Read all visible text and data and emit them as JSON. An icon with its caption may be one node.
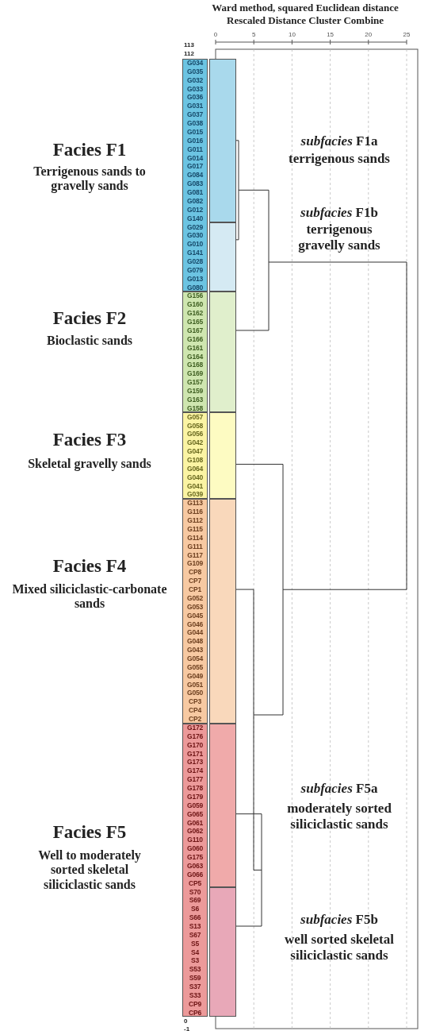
{
  "diagram": {
    "nodes": [
      {
        "text": [
          "G034",
          "G035",
          "G032",
          "G033",
          "G036",
          "G031",
          "G037",
          "G038",
          "G015",
          "G016",
          "G011",
          "G014",
          "G017",
          "G084",
          "G083",
          "G081",
          "G082",
          "G012",
          "G140",
          "G029",
          "G030",
          "G010",
          "G141",
          "G028",
          "G079",
          "G013",
          "G080"
        ]
      },
      {
        "text": [],
        "shape": "box"
      },
      {
        "text": [],
        "shape": "box"
      },
      {
        "text": [
          "G156",
          "G160",
          "G162",
          "G165",
          "G167",
          "G166",
          "G161",
          "G164",
          "G168",
          "G169",
          "G157",
          "G159",
          "G163",
          "G158"
        ]
      },
      {
        "text": [],
        "shape": "box"
      },
      {
        "text": [
          "G057",
          "G058",
          "G056",
          "G042",
          "G047",
          "G108",
          "G064",
          "G040",
          "G041",
          "G039"
        ]
      },
      {
        "text": [],
        "shape": "box"
      },
      {
        "text": [
          "G113",
          "G116",
          "G112",
          "G115",
          "G114",
          "G111",
          "G117",
          "G109",
          "CP8",
          "CP7",
          "CP1",
          "G052",
          "G053",
          "G045",
          "G046",
          "G044",
          "G048",
          "G043",
          "G054",
          "G055",
          "G049",
          "G051",
          "G050",
          "CP3",
          "CP4",
          "CP2"
        ]
      },
      {
        "text": [],
        "shape": "box"
      },
      {
        "text": [
          "G172",
          "G176",
          "G170",
          "G171",
          "G173",
          "G174",
          "G177",
          "G178",
          "G179",
          "G059",
          "G065",
          "G061",
          "G062",
          "G110",
          "G060",
          "G175",
          "G063",
          "G066",
          "CP5",
          "S70",
          "S69",
          "S6",
          "S66",
          "S13",
          "S67",
          "S5",
          "S4",
          "S3",
          "S53",
          "S59",
          "S37",
          "S33",
          "CP9",
          "CP6"
        ]
      },
      {
        "text": [],
        "shape": "box"
      },
      {
        "text": [],
        "shape": "box"
      }
    ],
    "labels": [
      "Ward method, squared Euclidean distance",
      "Rescaled Distance Cluster Combine",
      "0",
      "5",
      "10",
      "15",
      "20",
      "25",
      "113",
      "112",
      "Facies F1",
      "Terrigenous sands to gravelly sands",
      "*subfacies* F1a",
      "terrigenous sands",
      "*subfacies* F1b",
      "terrigenous gravelly sands",
      "Facies F2",
      "Bioclastic sands",
      "Facies F3",
      "Skeletal gravelly sands",
      "Facies F4",
      "Mixed siliciclastic-carbonate sands",
      "*subfacies* F5a",
      "moderately sorted siliciclastic sands",
      "Facies F5",
      "Well to moderately sorted skeletal siliciclastic sands",
      "*subfacies* F5b",
      "well sorted skeletal siliciclastic sands",
      "0",
      "-1"
    ]
  }
}
